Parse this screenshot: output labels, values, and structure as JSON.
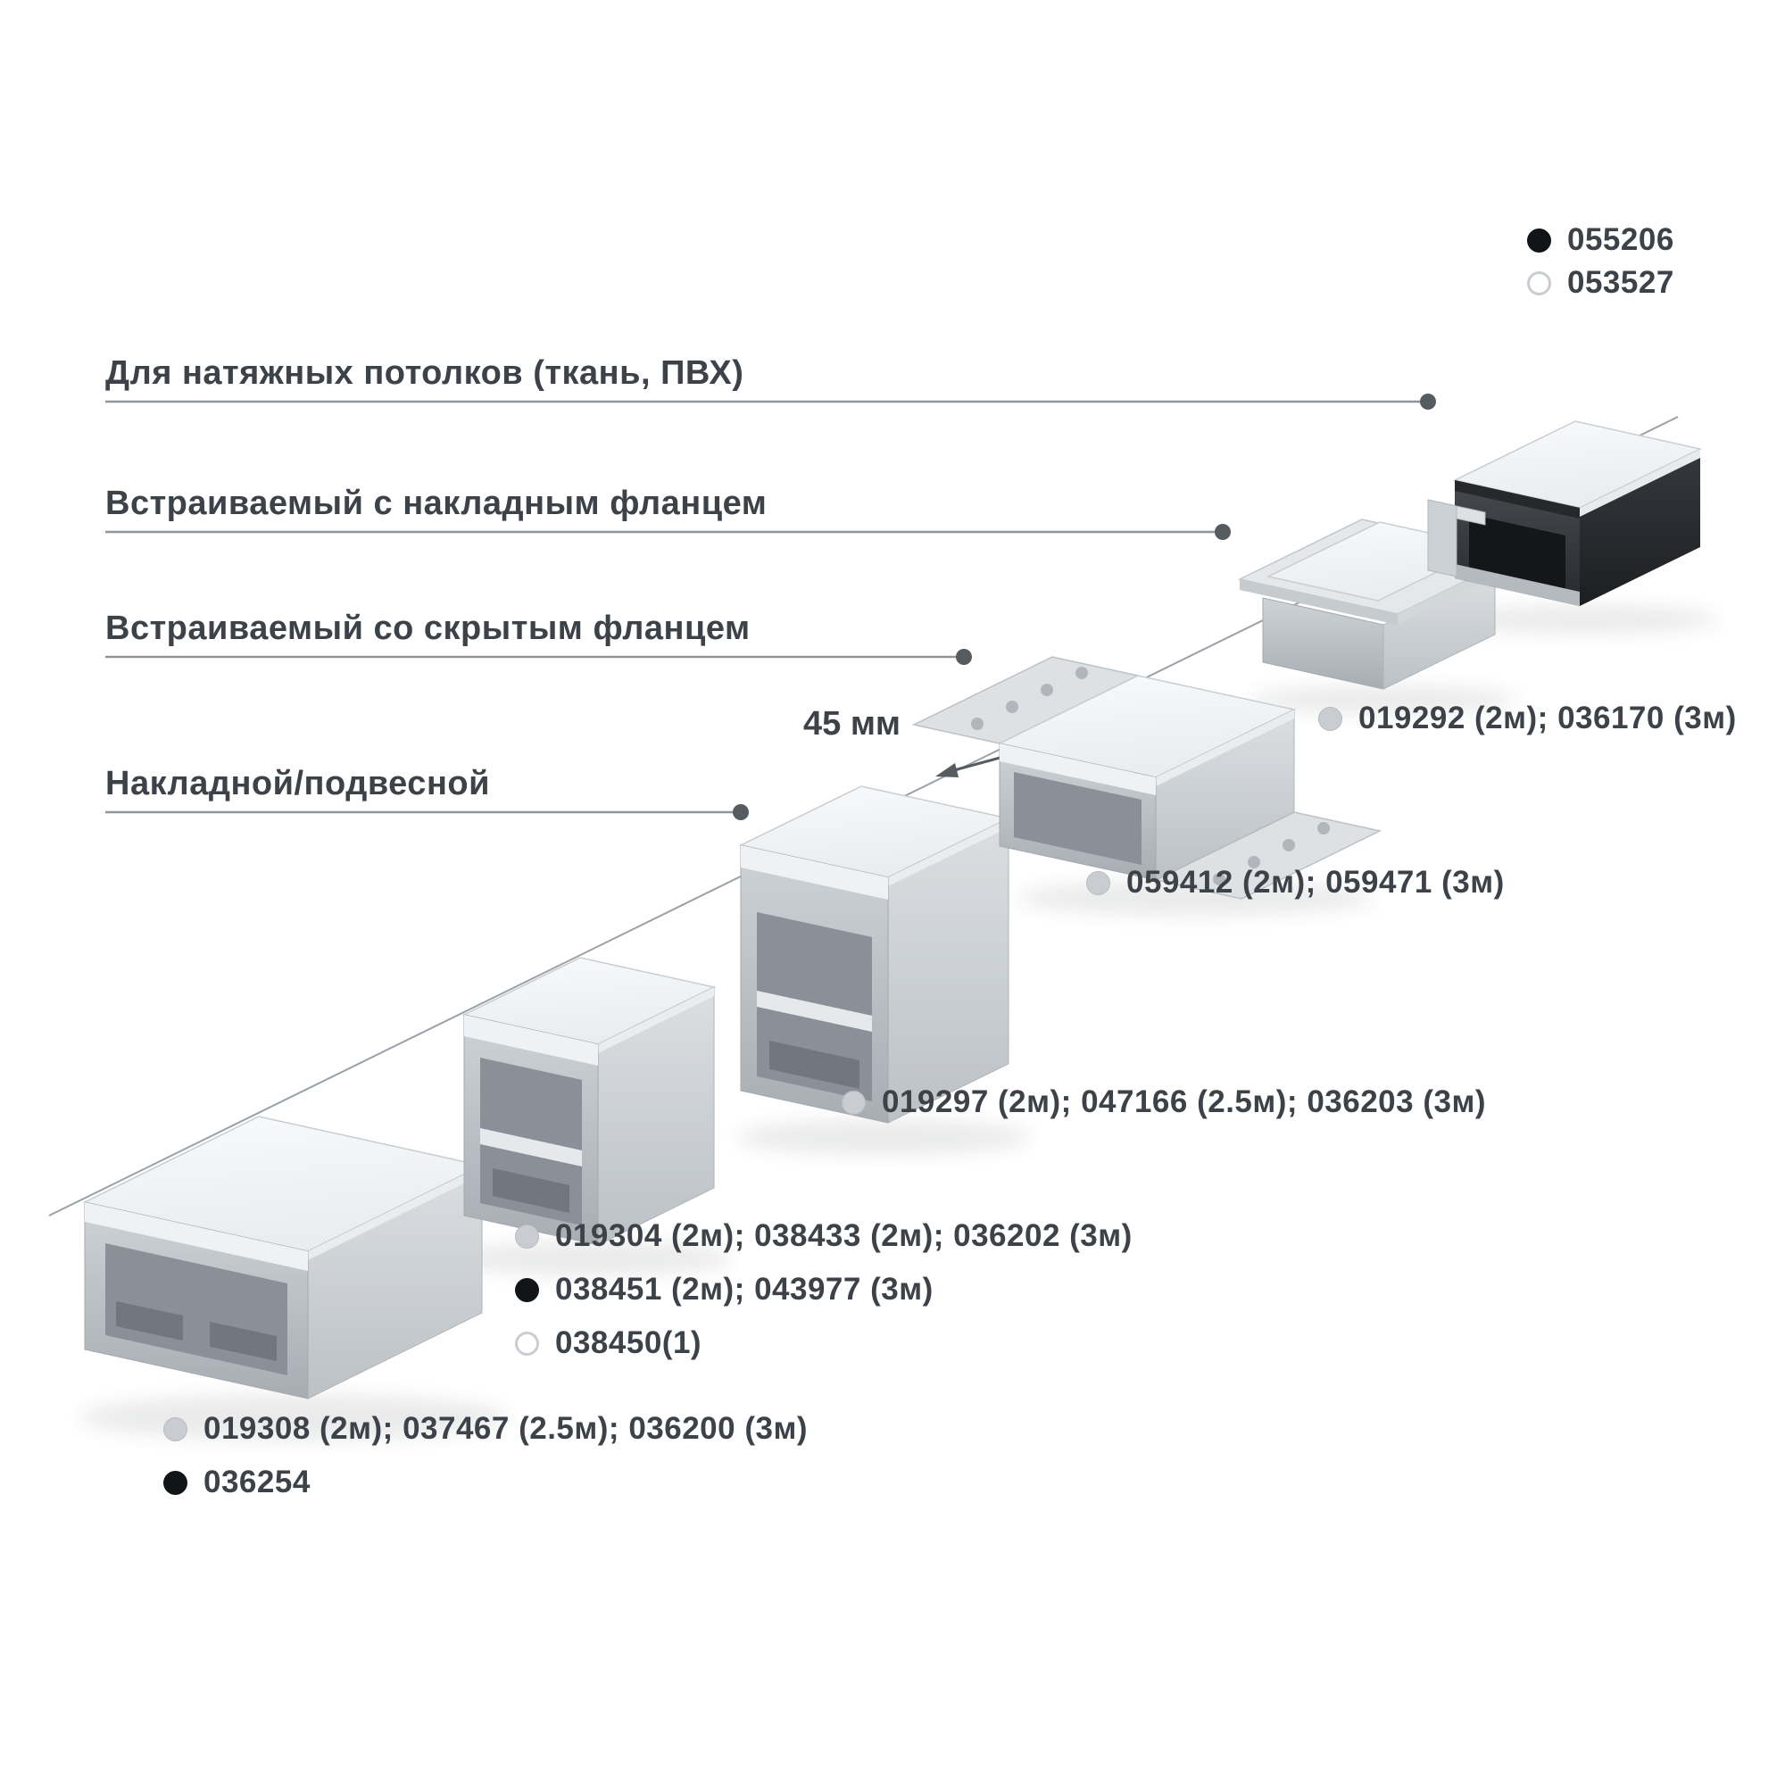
{
  "colors": {
    "text": "#3d4249",
    "line": "#8f959b",
    "dot_gray": "#c9cdd1",
    "dot_black": "#121517",
    "dot_white_border": "#c9cdd1",
    "profile_black": "#1d2023"
  },
  "categories": [
    {
      "label": "Для натяжных потолков (ткань, ПВХ)"
    },
    {
      "label": "Встраиваемый с накладным фланцем"
    },
    {
      "label": "Встраиваемый со скрытым фланцем"
    },
    {
      "label": "Накладной/подвесной"
    }
  ],
  "dimension": {
    "label": "45 мм"
  },
  "top_legend": [
    {
      "dot": "black",
      "code": "055206"
    },
    {
      "dot": "white",
      "code": "053527"
    }
  ],
  "code_groups": [
    {
      "dot": "gray",
      "text": "019292 (2м); 036170 (3м)"
    },
    {
      "dot": "gray",
      "text": "059412 (2м); 059471 (3м)"
    },
    {
      "dot": "gray",
      "text": "019297 (2м); 047166 (2.5м); 036203 (3м)"
    },
    {
      "dot": "gray",
      "text": "019304 (2м); 038433 (2м); 036202 (3м)"
    },
    {
      "dot": "black",
      "text": "038451 (2м); 043977 (3м)"
    },
    {
      "dot": "white",
      "text": "038450(1)"
    },
    {
      "dot": "gray",
      "text": "019308 (2м); 037467 (2.5м); 036200 (3м)"
    },
    {
      "dot": "black",
      "text": "036254"
    }
  ]
}
